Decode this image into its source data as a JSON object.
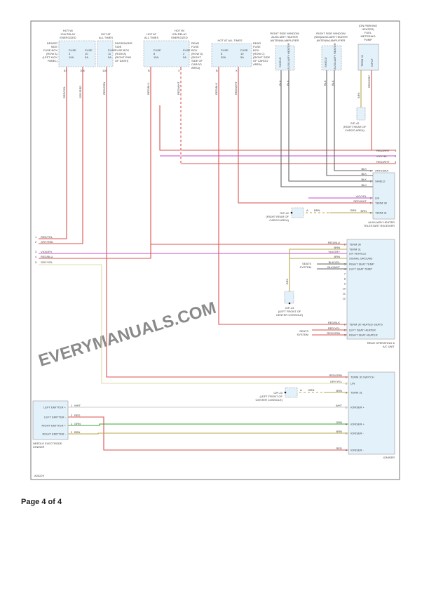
{
  "watermark": "EVERYMANUALS.COM",
  "fuse_boxes": [
    {
      "header": [
        "HOT W/",
        "IGN RELAY",
        "ENERGIZED"
      ],
      "label": [
        "DRIVER",
        "SIDE",
        "FUSE BOX",
        "(ROW A)",
        "(LEFT KICK",
        "PANEL)"
      ],
      "fuses": [
        {
          "name": "FUSE",
          "num": "3",
          "amp": "10A",
          "pin": "83",
          "wire": "RED/YEL"
        },
        {
          "name": "FUSE",
          "num": "10",
          "amp": "5A",
          "pin": "106",
          "wire": "GRY/RED"
        }
      ]
    },
    {
      "header": [
        "HOT AT",
        "ALL TIMES"
      ],
      "label": [
        "PASSENGER",
        "SIDE",
        "FUSE BOX",
        "(ROW A)",
        "(RIGHT END",
        "OF DASH)"
      ],
      "fuses": [
        {
          "name": "FUSE",
          "num": "11",
          "amp": "5A",
          "pin": "116",
          "wire": "RED/GRN"
        }
      ]
    },
    {
      "header": [
        "HOT AT",
        "ALL TIMES"
      ],
      "header2": [
        "HOT W/",
        "IGN RELAY",
        "ENERGIZED"
      ],
      "label": [
        "REAR",
        "FUSE",
        "BOX",
        "(ROW D)",
        "(RIGHT",
        "SIDE OF",
        "CARGO",
        "AREA)"
      ],
      "fuses": [
        {
          "name": "FUSE",
          "num": "8",
          "amp": "15A",
          "pin": "B",
          "wire": "RED/BLU"
        },
        {
          "name": "FUSE",
          "num": "2",
          "amp": "5A",
          "pin": "X",
          "wire": "RED/WHT"
        }
      ]
    },
    {
      "header": [
        "HOT AT ALL TIMES"
      ],
      "label": [
        "REAR",
        "FUSE",
        "BOX",
        "(ROW C)",
        "(RIGHT SIDE",
        "OF CARGO",
        "AREA)"
      ],
      "fuses": [
        {
          "name": "FUSE",
          "num": "8",
          "amp": "30A",
          "pin": "B",
          "wire": "RED/BLK"
        },
        {
          "name": "FUSE",
          "num": "10",
          "amp": "5A",
          "pin": "X",
          "wire": "RED/WHT"
        }
      ]
    }
  ],
  "amplifiers": [
    {
      "title": [
        "RIGHT SIDE WINDOW",
        "AUXILIARY HEATER",
        "ANTENNA AMPLIFIER"
      ],
      "pins": [
        "SHIELD",
        "AUXILIARY HEATER"
      ],
      "wire": "BLK"
    },
    {
      "title": [
        "RIGHT SIDE WINDOW",
        "(SIM)AUXILIARY HEATER",
        "ANTENNA AMPLIFIER"
      ],
      "pins": [
        "SHIELD",
        "AUXILIARY HEATER"
      ],
      "wire": "BLK"
    }
  ],
  "fuel_pump": {
    "title": [
      "(ON PARKING",
      "HEATER)",
      "FUEL",
      "METERING",
      "PUMP"
    ],
    "pins": [
      "TERM 31",
      "INPUT"
    ],
    "wires": [
      "BRN",
      "RED/GRY"
    ]
  },
  "grounds": {
    "gp42_top": {
      "name": "G/P-42",
      "location": [
        "(RIGHT REAR OF",
        "CARGO AREA)"
      ]
    },
    "gp42": {
      "name": "G/P-42",
      "location": [
        "(RIGHT REAR OF",
        "CARGO AREA)"
      ],
      "pin": "A",
      "wire": "BRN"
    },
    "gp23_mid": {
      "name": "G/P-23",
      "location": [
        "(LEFT FRONT OF",
        "CENTER CONSOLE)"
      ],
      "wire": "BRN"
    },
    "gp23": {
      "name": "G/P-23",
      "location": [
        "(LEFT FRONT OF",
        "CENTER CONSOLE)"
      ],
      "pin": "A",
      "wire": "BRN"
    }
  },
  "right_exits": [
    {
      "pin": "1",
      "wire": "RED/WHT"
    },
    {
      "pin": "2",
      "wire": "VIO/YEL"
    },
    {
      "pin": "3",
      "wire": "RED/WHT"
    }
  ],
  "left_exits": [
    {
      "pin": "1",
      "wire": "RED/YEL"
    },
    {
      "pin": "2",
      "wire": "GRY/RED"
    },
    {
      "pin": "3",
      "wire": "VIO/GRY"
    },
    {
      "pin": "4",
      "wire": "RED/BLU"
    },
    {
      "pin": "5",
      "wire": "GRY/YEL"
    }
  ],
  "receiver": {
    "caption": [
      "AUXILIARY HEATER",
      "TELESTART RECEIVER"
    ],
    "pins": [
      {
        "num": "1",
        "wire": "BLK",
        "label": "ANTENNA"
      },
      {
        "num": "",
        "wire": "BLK",
        "label": ""
      },
      {
        "num": "2",
        "wire": "BLK",
        "label": "SHIELD"
      },
      {
        "num": "",
        "wire": "BLK",
        "label": ""
      },
      {
        "num": "2",
        "wire": "VIO/YEL",
        "label": "LIN"
      },
      {
        "num": "1",
        "wire": "RED/WHT",
        "label": "TERM 30"
      },
      {
        "num": "6",
        "wire": "BRN",
        "label": "TERM 31"
      }
    ]
  },
  "rear_unit": {
    "caption": [
      "REAR OPERATING &",
      "A/C UNIT"
    ],
    "seats_label": [
      "SEATS",
      "SYSTEM"
    ],
    "pins": [
      {
        "num": "1",
        "wire": "RED/BLU",
        "label": "TERM 30"
      },
      {
        "num": "",
        "wire": "BRN",
        "label": "TERM 31"
      },
      {
        "num": "",
        "wire": "VIO/GRY",
        "label": "LIN VEHICLE"
      },
      {
        "num": "",
        "wire": "BRN",
        "label": "SIGNAL GROUND"
      },
      {
        "num": "3",
        "wire": "BLK/YEL",
        "label": "RIGHT SEAT TEMP"
      },
      {
        "num": "4",
        "wire": "BLK/WHT",
        "label": "LEFT SEAT TEMP"
      },
      {
        "num": "7",
        "wire": "",
        "label": ""
      },
      {
        "num": "8",
        "wire": "",
        "label": ""
      },
      {
        "num": "9",
        "wire": "",
        "label": ""
      },
      {
        "num": "10",
        "wire": "",
        "label": ""
      },
      {
        "num": "11",
        "wire": "",
        "label": ""
      },
      {
        "num": "12",
        "wire": "",
        "label": ""
      }
    ],
    "pins2": [
      {
        "num": "1",
        "wire": "RED/BLK",
        "label": "TERM 30 HEATED SEATS"
      },
      {
        "num": "2",
        "wire": "RED/YEL",
        "label": "LEFT SEAT HEATER"
      },
      {
        "num": "3",
        "wire": "RED/GRN",
        "label": "RIGHT SEAT HEATER"
      }
    ]
  },
  "ioniser": {
    "caption": "IONISER",
    "pins": [
      {
        "num": "1",
        "wire": "RED/GRN",
        "label": "TERM 30 SWITCH"
      },
      {
        "num": "2",
        "wire": "GRY/YEL",
        "label": "LIN"
      },
      {
        "num": "3",
        "wire": "BRN",
        "label": "TERM 31"
      },
      {
        "num": "1",
        "wire": "WHT",
        "label": "IONISER +"
      },
      {
        "num": "4",
        "wire": "GRN",
        "label": "IONISER +"
      },
      {
        "num": "1",
        "wire": "BRN",
        "label": "IONISER -"
      },
      {
        "num": "4",
        "wire": "RED",
        "label": "IONISER -"
      }
    ]
  },
  "electrode": {
    "caption": [
      "NEEDLE ELECTRODE",
      "IONISER"
    ],
    "pins": [
      {
        "num": "1",
        "wire": "WHT",
        "label": "LEFT EMITTER +"
      },
      {
        "num": "2",
        "wire": "RED",
        "label": "LEFT EMITTER -"
      },
      {
        "num": "1",
        "wire": "GRN",
        "label": "RIGHT EMITTER +"
      },
      {
        "num": "2",
        "wire": "BRN",
        "label": "RIGHT EMITTER -"
      }
    ]
  },
  "doc_code": "A00229",
  "page_label": "Page 4 of 4",
  "colors": {
    "red": "#d9534f",
    "vio": "#c84cc8",
    "blk": "#666666",
    "brn": "#b9a64a",
    "gryyel": "#dcdca8",
    "grn": "#3aa53a",
    "wht": "#cccccc",
    "box": "#e3f1fa"
  }
}
